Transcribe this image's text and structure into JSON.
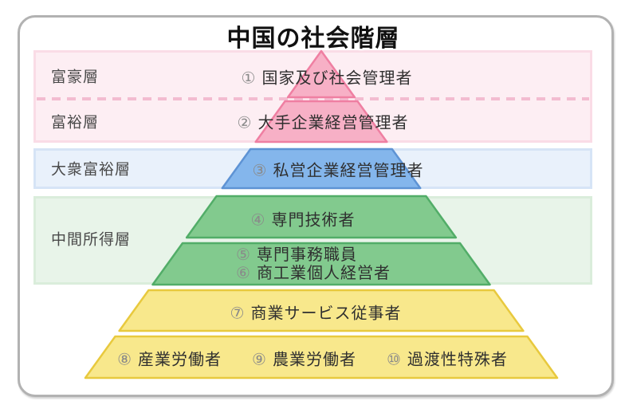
{
  "title": "中国の社会階層",
  "side_labels": [
    {
      "text": "富豪層"
    },
    {
      "text": "富裕層"
    },
    {
      "text": "大衆富裕層"
    },
    {
      "text": "中間所得層"
    }
  ],
  "pyramid": {
    "rows": [
      {
        "color": "pink",
        "items": [
          {
            "num": "①",
            "label": "国家及び社会管理者"
          }
        ]
      },
      {
        "color": "pink",
        "items": [
          {
            "num": "②",
            "label": "大手企業経営管理者"
          }
        ]
      },
      {
        "color": "blue",
        "items": [
          {
            "num": "③",
            "label": "私営企業経営管理者"
          }
        ]
      },
      {
        "color": "green",
        "items": [
          {
            "num": "④",
            "label": "専門技術者"
          }
        ]
      },
      {
        "color": "green",
        "items": [
          {
            "num": "⑤",
            "label": "専門事務職員"
          },
          {
            "num": "⑥",
            "label": "商工業個人経営者"
          }
        ]
      },
      {
        "color": "yellow",
        "items": [
          {
            "num": "⑦",
            "label": "商業サービス従事者"
          }
        ]
      },
      {
        "color": "yellow",
        "items": [
          {
            "num": "⑧",
            "label": "産業労働者"
          },
          {
            "num": "⑨",
            "label": "農業労働者"
          },
          {
            "num": "⑩",
            "label": "過渡性特殊者"
          }
        ]
      }
    ]
  },
  "colors": {
    "pink_fill": "#f7b0c6",
    "pink_stroke": "#ef7fa2",
    "blue_fill": "#84b6ec",
    "blue_stroke": "#5e93d4",
    "green_fill": "#82ca8e",
    "green_stroke": "#52ad68",
    "yellow_fill": "#f8e88c",
    "yellow_stroke": "#e8c93e",
    "band_pink": "#fdeef3",
    "band_blue": "#e9f1fb",
    "band_green": "#e8f4e9",
    "dash_line": "#f3bcd0",
    "card_border": "#b2b2b2",
    "text": "#2f2f2f",
    "number": "#8a8a8a",
    "side_text": "#4a4a4a"
  }
}
